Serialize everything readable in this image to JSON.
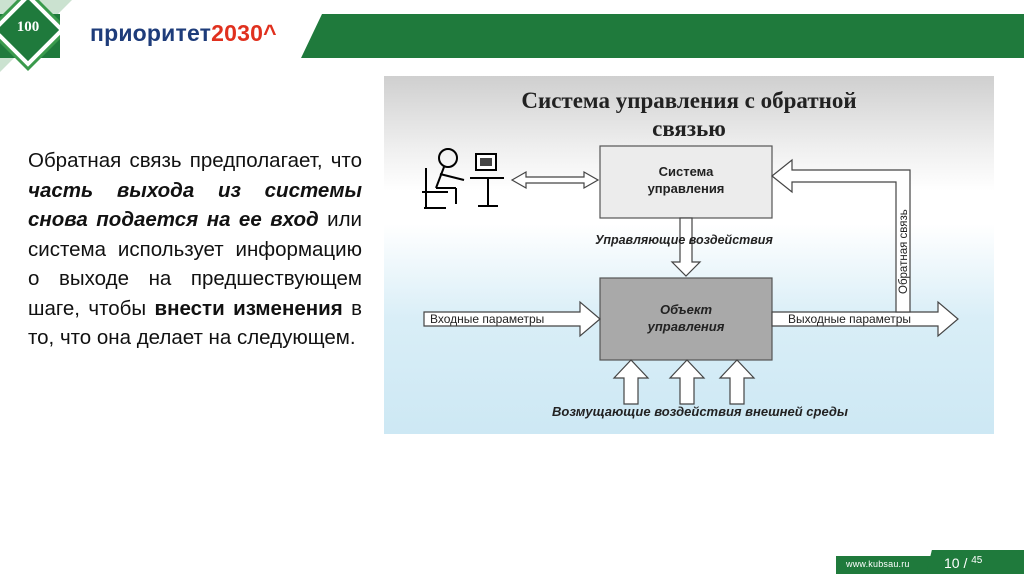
{
  "header": {
    "anniversary_badge": "100",
    "brand_main": "приоритет",
    "brand_year": "2030",
    "brand_caret": "^"
  },
  "body": {
    "paragraph": [
      {
        "text": "Обратная связь предполагает, что ",
        "style": "normal"
      },
      {
        "text": "часть выхода из системы снова подается на ее вход",
        "style": "bolditalic"
      },
      {
        "text": " или система использует информацию о выходе на предшествующем шаге, чтобы ",
        "style": "normal"
      },
      {
        "text": "внести изменения",
        "style": "bold"
      },
      {
        "text": " в то, что она делает на следующем.",
        "style": "normal"
      }
    ]
  },
  "diagram": {
    "title_line1": "Система управления с обратной",
    "title_line2": "связью",
    "control_system": "Система управления",
    "control_actions": "Управляющие воздействия",
    "control_object": "Объект управления",
    "input_params": "Входные параметры",
    "output_params": "Выходные параметры",
    "feedback": "Обратная связь",
    "disturbances": "Возмущающие воздействия внешней среды"
  },
  "footer": {
    "url": "www.kubsau.ru",
    "page_current": "10",
    "page_separator": " / ",
    "page_total": "45"
  },
  "colors": {
    "brand_green": "#1f7a3c",
    "brand_navy": "#1e3c7a",
    "brand_red": "#e0301e"
  }
}
